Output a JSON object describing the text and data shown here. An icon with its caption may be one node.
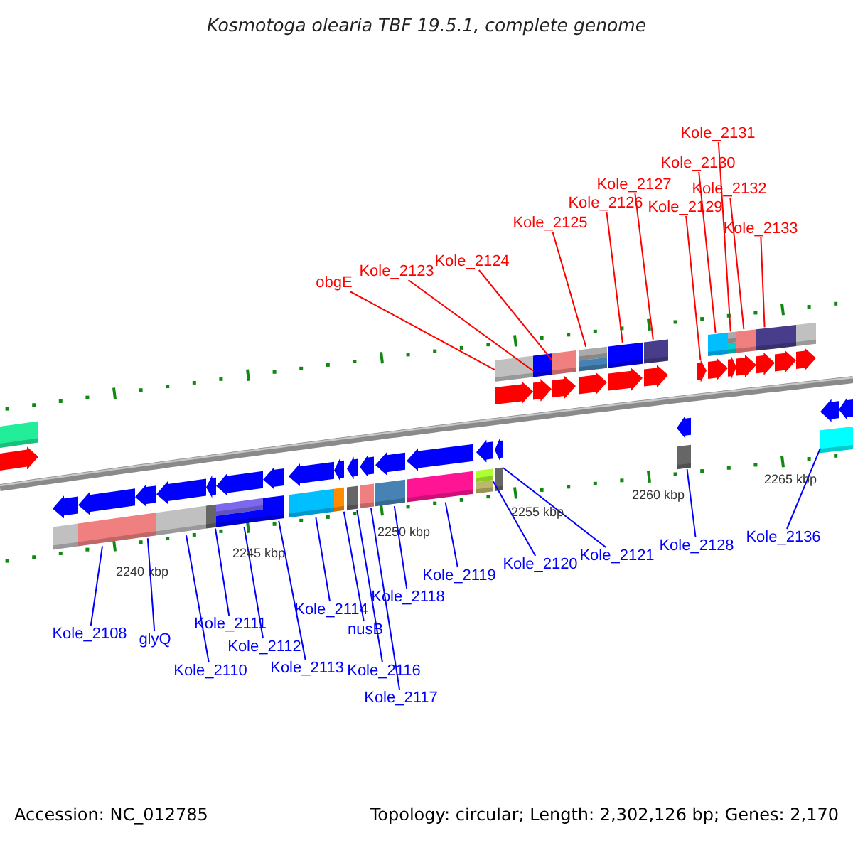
{
  "diagram": {
    "title": "Kosmotoga olearia TBF 19.5.1, complete genome",
    "nodes": [
      {
        "text": [
          "obgE"
        ]
      },
      {
        "text": [
          "Kole_2123"
        ]
      },
      {
        "text": [
          "Kole_2124"
        ]
      },
      {
        "text": [
          "Kole_2125"
        ]
      },
      {
        "text": [
          "Kole_2126"
        ]
      },
      {
        "text": [
          "Kole_2127"
        ]
      },
      {
        "text": [
          "Kole_2129"
        ]
      },
      {
        "text": [
          "Kole_2130"
        ]
      },
      {
        "text": [
          "Kole_2131"
        ]
      },
      {
        "text": [
          "Kole_2132"
        ]
      },
      {
        "text": [
          "Kole_2133"
        ]
      },
      {
        "text": [
          "Kole_2108"
        ]
      },
      {
        "text": [
          "glyQ"
        ]
      },
      {
        "text": [
          "Kole_2110"
        ]
      },
      {
        "text": [
          "Kole_2111"
        ]
      },
      {
        "text": [
          "Kole_2112"
        ]
      },
      {
        "text": [
          "Kole_2113"
        ]
      },
      {
        "text": [
          "Kole_2114"
        ]
      },
      {
        "text": [
          "nusB"
        ]
      },
      {
        "text": [
          "Kole_2116"
        ]
      },
      {
        "text": [
          "Kole_2117"
        ]
      },
      {
        "text": [
          "Kole_2118"
        ]
      },
      {
        "text": [
          "Kole_2119"
        ]
      },
      {
        "text": [
          "Kole_2120"
        ]
      },
      {
        "text": [
          "Kole_2121"
        ]
      },
      {
        "text": [
          "Kole_2128"
        ]
      },
      {
        "text": [
          "Kole_2136"
        ]
      },
      {
        "text": [],
        "shape": "arrow"
      },
      {
        "text": [],
        "shape": "arrow"
      },
      {
        "text": [],
        "shape": "arrow"
      },
      {
        "text": [],
        "shape": "arrow"
      },
      {
        "text": [],
        "shape": "arrow"
      },
      {
        "text": [],
        "shape": "arrow"
      },
      {
        "text": [],
        "shape": "arrow"
      },
      {
        "text": [],
        "shape": "arrow"
      },
      {
        "text": [],
        "shape": "arrow"
      },
      {
        "text": [],
        "shape": "arrow"
      },
      {
        "text": [],
        "shape": "arrow"
      },
      {
        "text": [],
        "shape": "arrow"
      },
      {
        "text": [],
        "shape": "arrow"
      },
      {
        "text": [],
        "shape": "arrow"
      },
      {
        "text": [],
        "shape": "arrow"
      },
      {
        "text": [],
        "shape": "arrow"
      },
      {
        "text": [],
        "shape": "arrow"
      },
      {
        "text": [],
        "shape": "arrow"
      },
      {
        "text": [],
        "shape": "arrow"
      },
      {
        "text": [],
        "shape": "arrow"
      },
      {
        "text": [],
        "shape": "arrow"
      },
      {
        "text": [],
        "shape": "arrow"
      },
      {
        "text": [],
        "shape": "arrow"
      },
      {
        "text": [],
        "shape": "arrow"
      },
      {
        "text": [],
        "shape": "arrow"
      },
      {
        "text": [],
        "shape": "arrow"
      },
      {
        "text": [],
        "shape": "arrow"
      },
      {
        "text": [],
        "shape": "arrow"
      },
      {
        "text": [],
        "shape": "arrow"
      },
      {
        "text": [],
        "shape": "arrow"
      },
      {
        "text": [],
        "shape": "arrow"
      },
      {
        "text": [],
        "shape": "arrow"
      }
    ],
    "edges": [
      {
        "from": 0,
        "to": 27,
        "arrow": "none",
        "color": "#ff0000"
      },
      {
        "from": 1,
        "to": 28,
        "arrow": "none",
        "color": "#ff0000"
      },
      {
        "from": 2,
        "to": 29,
        "arrow": "none",
        "color": "#ff0000"
      },
      {
        "from": 3,
        "to": 30,
        "arrow": "none",
        "color": "#ff0000"
      },
      {
        "from": 4,
        "to": 31,
        "arrow": "none",
        "color": "#ff0000"
      },
      {
        "from": 5,
        "to": 32,
        "arrow": "none",
        "color": "#ff0000"
      },
      {
        "from": 6,
        "to": 33,
        "arrow": "none",
        "color": "#ff0000"
      },
      {
        "from": 7,
        "to": 34,
        "arrow": "none",
        "color": "#ff0000"
      },
      {
        "from": 8,
        "to": 35,
        "arrow": "none",
        "color": "#ff0000"
      },
      {
        "from": 9,
        "to": 36,
        "arrow": "none",
        "color": "#ff0000"
      },
      {
        "from": 10,
        "to": 37,
        "arrow": "none",
        "color": "#ff0000"
      },
      {
        "from": 11,
        "to": 38,
        "arrow": "none"
      },
      {
        "from": 12,
        "to": 39,
        "arrow": "none"
      },
      {
        "from": 13,
        "to": 40,
        "arrow": "none"
      },
      {
        "from": 14,
        "to": 41,
        "arrow": "none"
      },
      {
        "from": 15,
        "to": 42,
        "arrow": "none"
      },
      {
        "from": 16,
        "to": 43,
        "arrow": "none"
      },
      {
        "from": 17,
        "to": 44,
        "arrow": "none"
      },
      {
        "from": 18,
        "to": 45,
        "arrow": "none"
      },
      {
        "from": 19,
        "to": 46,
        "arrow": "none"
      },
      {
        "from": 20,
        "to": 47,
        "arrow": "none"
      },
      {
        "from": 21,
        "to": 48,
        "arrow": "none"
      },
      {
        "from": 22,
        "to": 49,
        "arrow": "none"
      },
      {
        "from": 23,
        "to": 50,
        "arrow": "none"
      },
      {
        "from": 24,
        "to": 51,
        "arrow": "none"
      },
      {
        "from": 25,
        "to": 52,
        "arrow": "none"
      },
      {
        "from": 26,
        "to": 53,
        "arrow": "none"
      }
    ],
    "labels": [
      "2240 kbp",
      "2245 kbp",
      "2250 kbp",
      "2255 kbp",
      "2260 kbp",
      "2265 kbp",
      "Accession: NC_012785",
      "Topology: circular; Length: 2,302,126 bp; Genes: 2,170"
    ]
  }
}
